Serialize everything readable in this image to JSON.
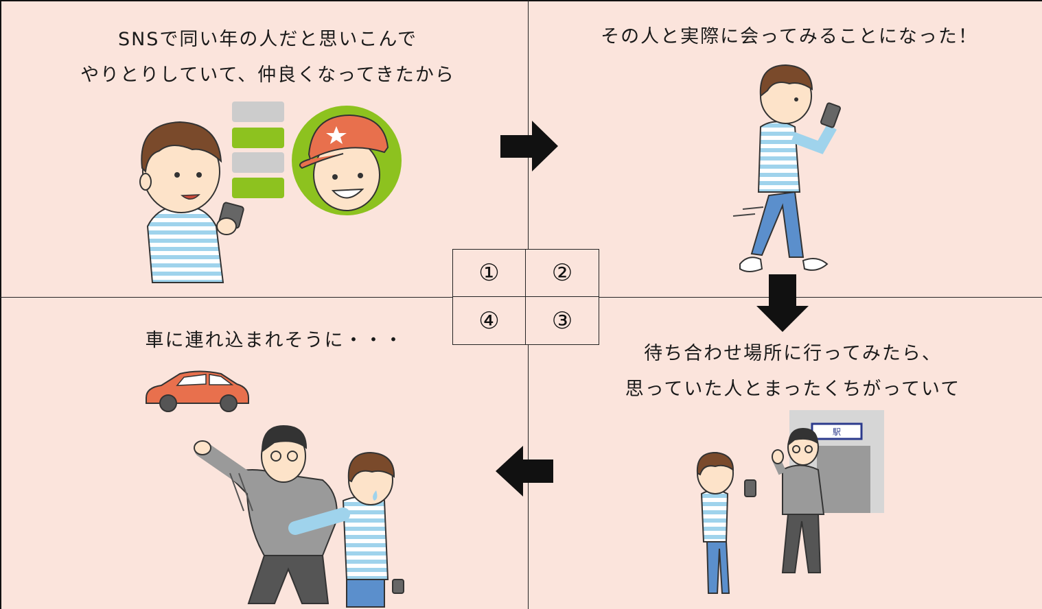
{
  "panels": {
    "p1": {
      "line1": "SNSで同い年の人だと思いこんで",
      "line2": "やりとりしていて、仲良くなってきたから"
    },
    "p2": {
      "line1": "その人と実際に会ってみることになった！"
    },
    "p3": {
      "line1": "待ち合わせ場所に行ってみたら、",
      "line2": "思っていた人とまったくちがっていて"
    },
    "p4": {
      "line1": "車に連れ込まれそうに・・・"
    }
  },
  "order_key": [
    "①",
    "②",
    "④",
    "③"
  ],
  "station_sign": "駅",
  "colors": {
    "background": "#fbe4dc",
    "arrow": "#111111",
    "bubble_green": "#8dc21f",
    "bubble_gray": "#cccccc",
    "stripe_blue": "#9fd3ec",
    "jeans": "#5b8fcc",
    "car": "#e8704d",
    "cap": "#e8704d",
    "sweater": "#9a9a9a"
  }
}
